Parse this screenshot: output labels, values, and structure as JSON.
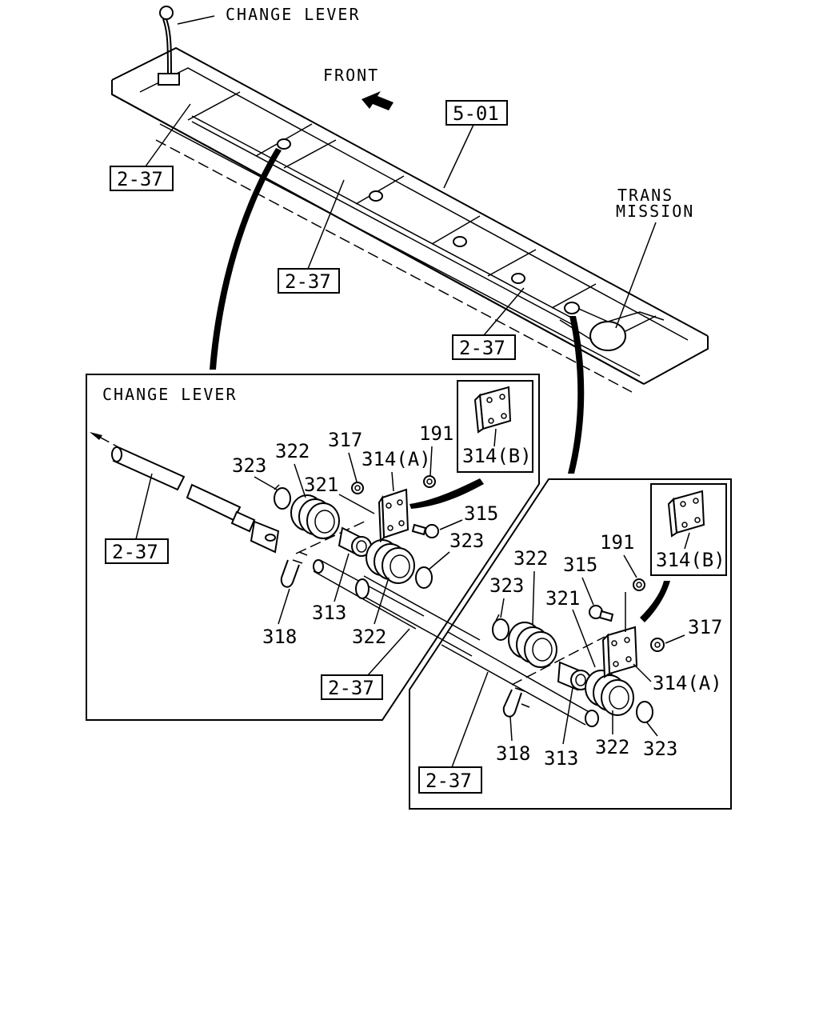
{
  "overview": {
    "change_lever_label": "CHANGE LEVER",
    "front_label": "FRONT",
    "ref_5_01": "5-01",
    "transmission_line1": "TRANS",
    "transmission_line2": "MISSION",
    "ref_a": "2-37",
    "ref_b": "2-37",
    "ref_c": "2-37"
  },
  "left_detail": {
    "title": "CHANGE LEVER",
    "inset_label": "314(B)",
    "parts": {
      "p323a": "323",
      "p322a": "322",
      "p317": "317",
      "p314a": "314(A)",
      "p191": "191",
      "p321": "321",
      "p315": "315",
      "p323b": "323",
      "p313": "313",
      "p318": "318",
      "p322b": "322"
    },
    "ref_top": "2-37",
    "ref_bottom": "2-37"
  },
  "right_detail": {
    "inset_label": "314(B)",
    "parts": {
      "p191": "191",
      "p322a": "322",
      "p315": "315",
      "p323a": "323",
      "p321": "321",
      "p317": "317",
      "p314a": "314(A)",
      "p318": "318",
      "p313": "313",
      "p322b": "322",
      "p323b": "323"
    },
    "ref_bottom": "2-37"
  }
}
